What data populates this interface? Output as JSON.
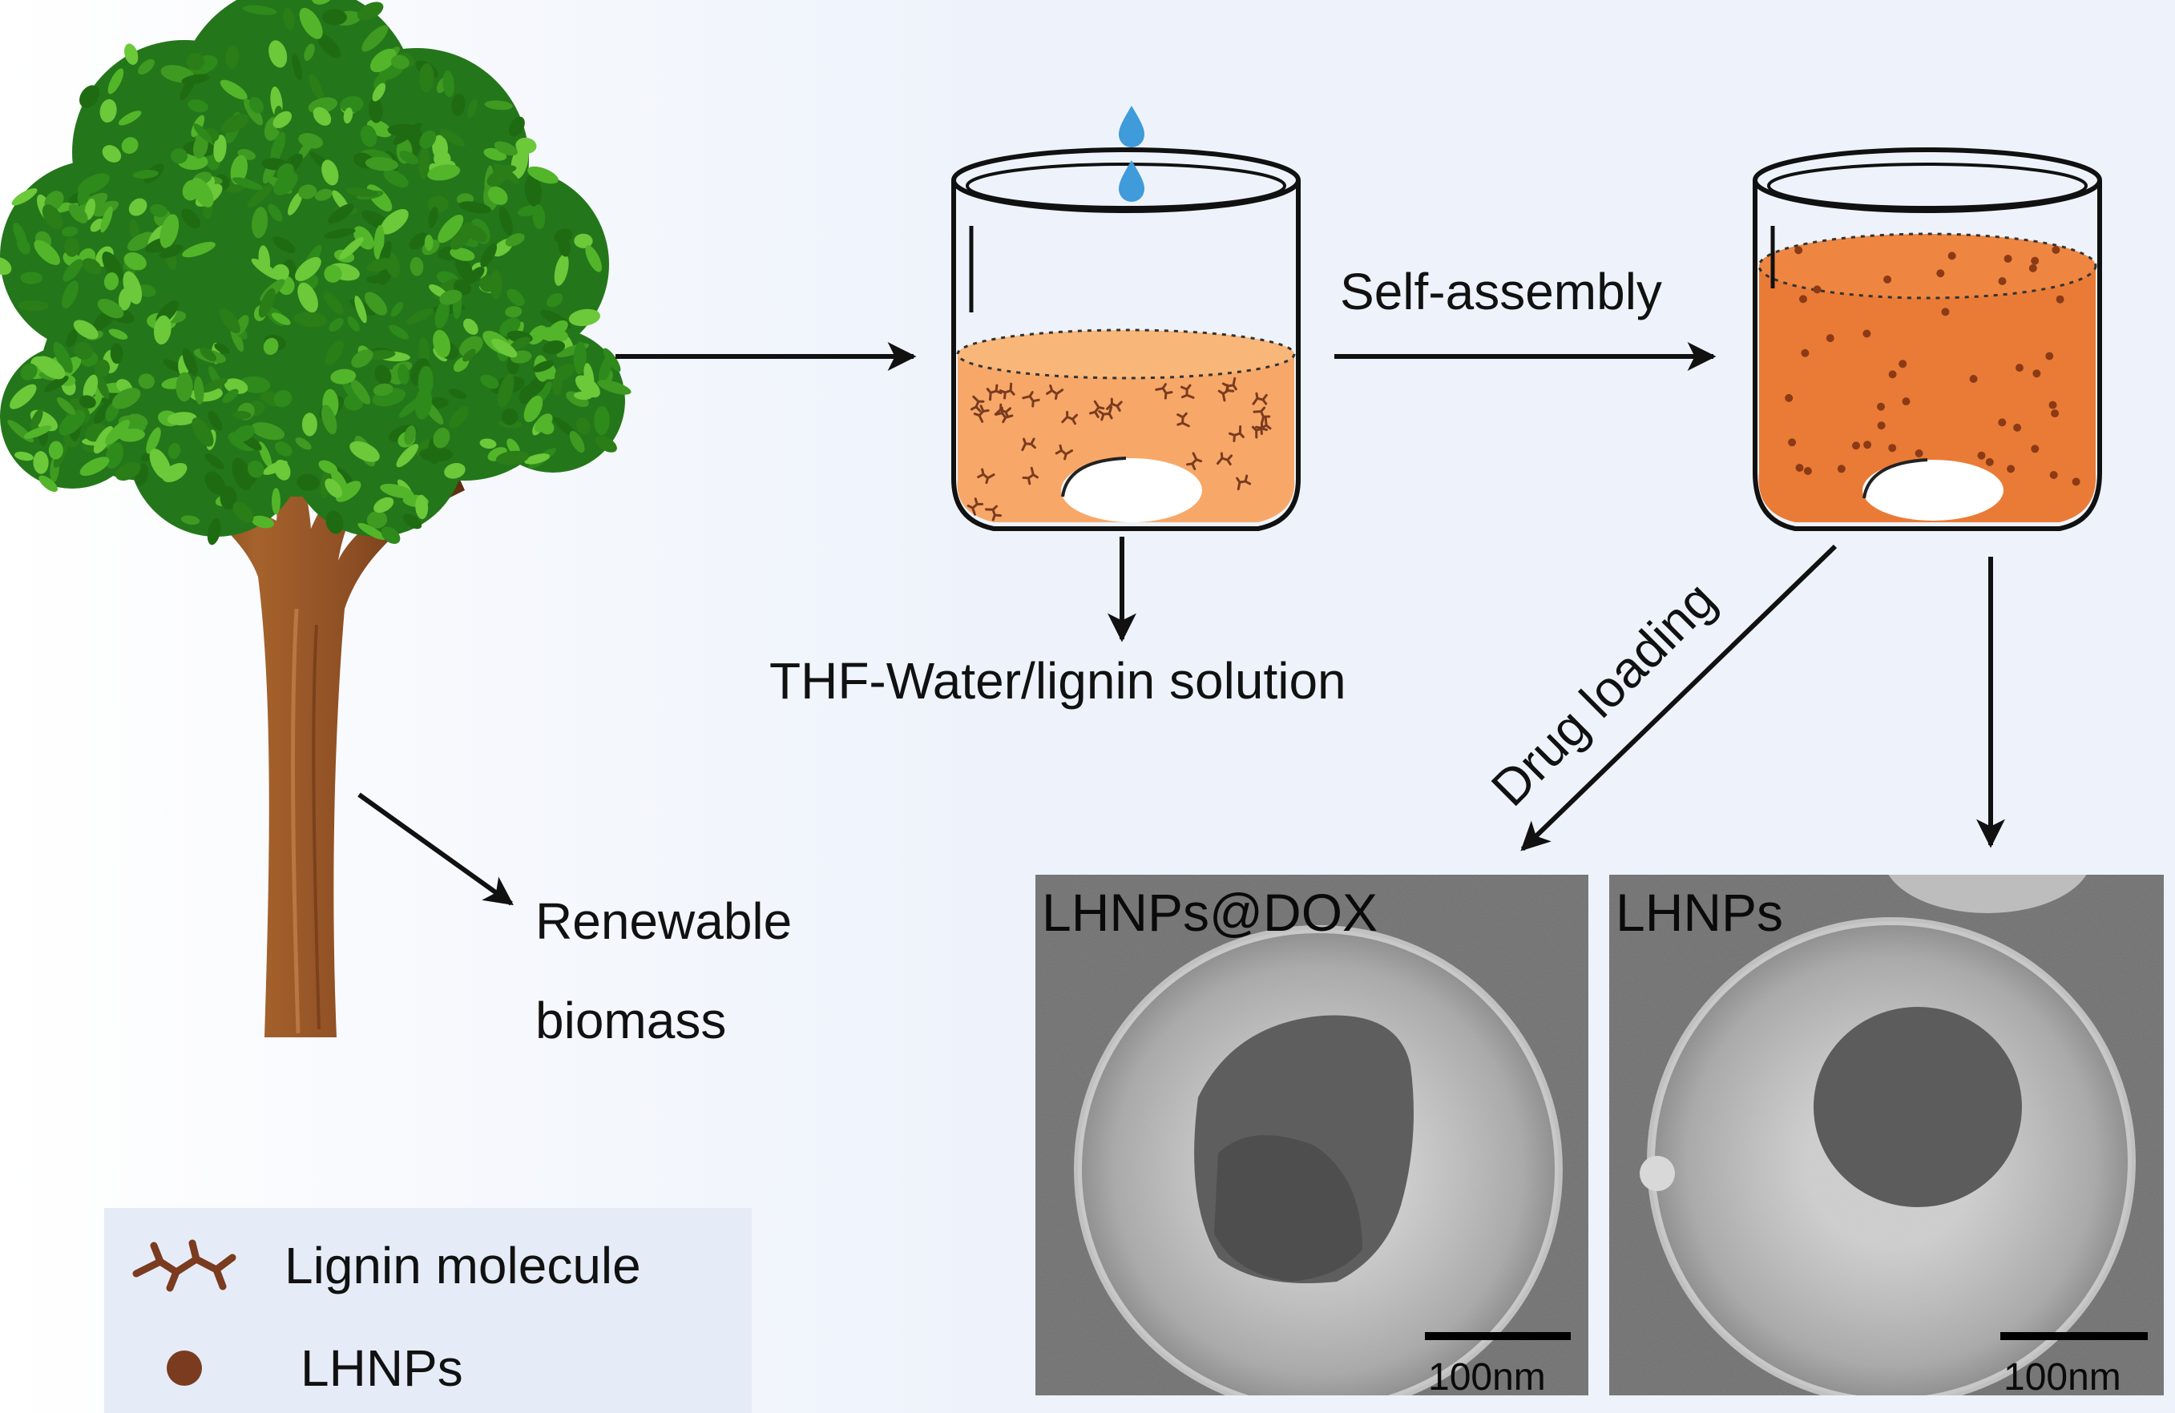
{
  "labels": {
    "self_assembly": "Self-assembly",
    "solution": "THF-Water/lignin solution",
    "drug_loading": "Drug loading",
    "renewable_line1": "Renewable",
    "renewable_line2": "biomass"
  },
  "panels": [
    {
      "title": "LHNPs@DOX",
      "scale": "100nm"
    },
    {
      "title": "LHNPs",
      "scale": "100nm"
    }
  ],
  "legend": {
    "items": [
      {
        "label": "Lignin molecule",
        "icon": "lignin-molecule-icon"
      },
      {
        "label": "LHNPs",
        "icon": "nanoparticle-icon"
      }
    ]
  },
  "colors": {
    "solution_light": "#f7a868",
    "solution_dark": "#ea7b36",
    "particle": "#8b3a16",
    "lignin": "#7a3b1f",
    "tree_trunk": "#8d4e24",
    "leaf_green": "#3f9a22",
    "water_drop": "#3f9bd9",
    "legend_bg": "#e6ecf7",
    "sem_gray": "#6f6f6f"
  }
}
